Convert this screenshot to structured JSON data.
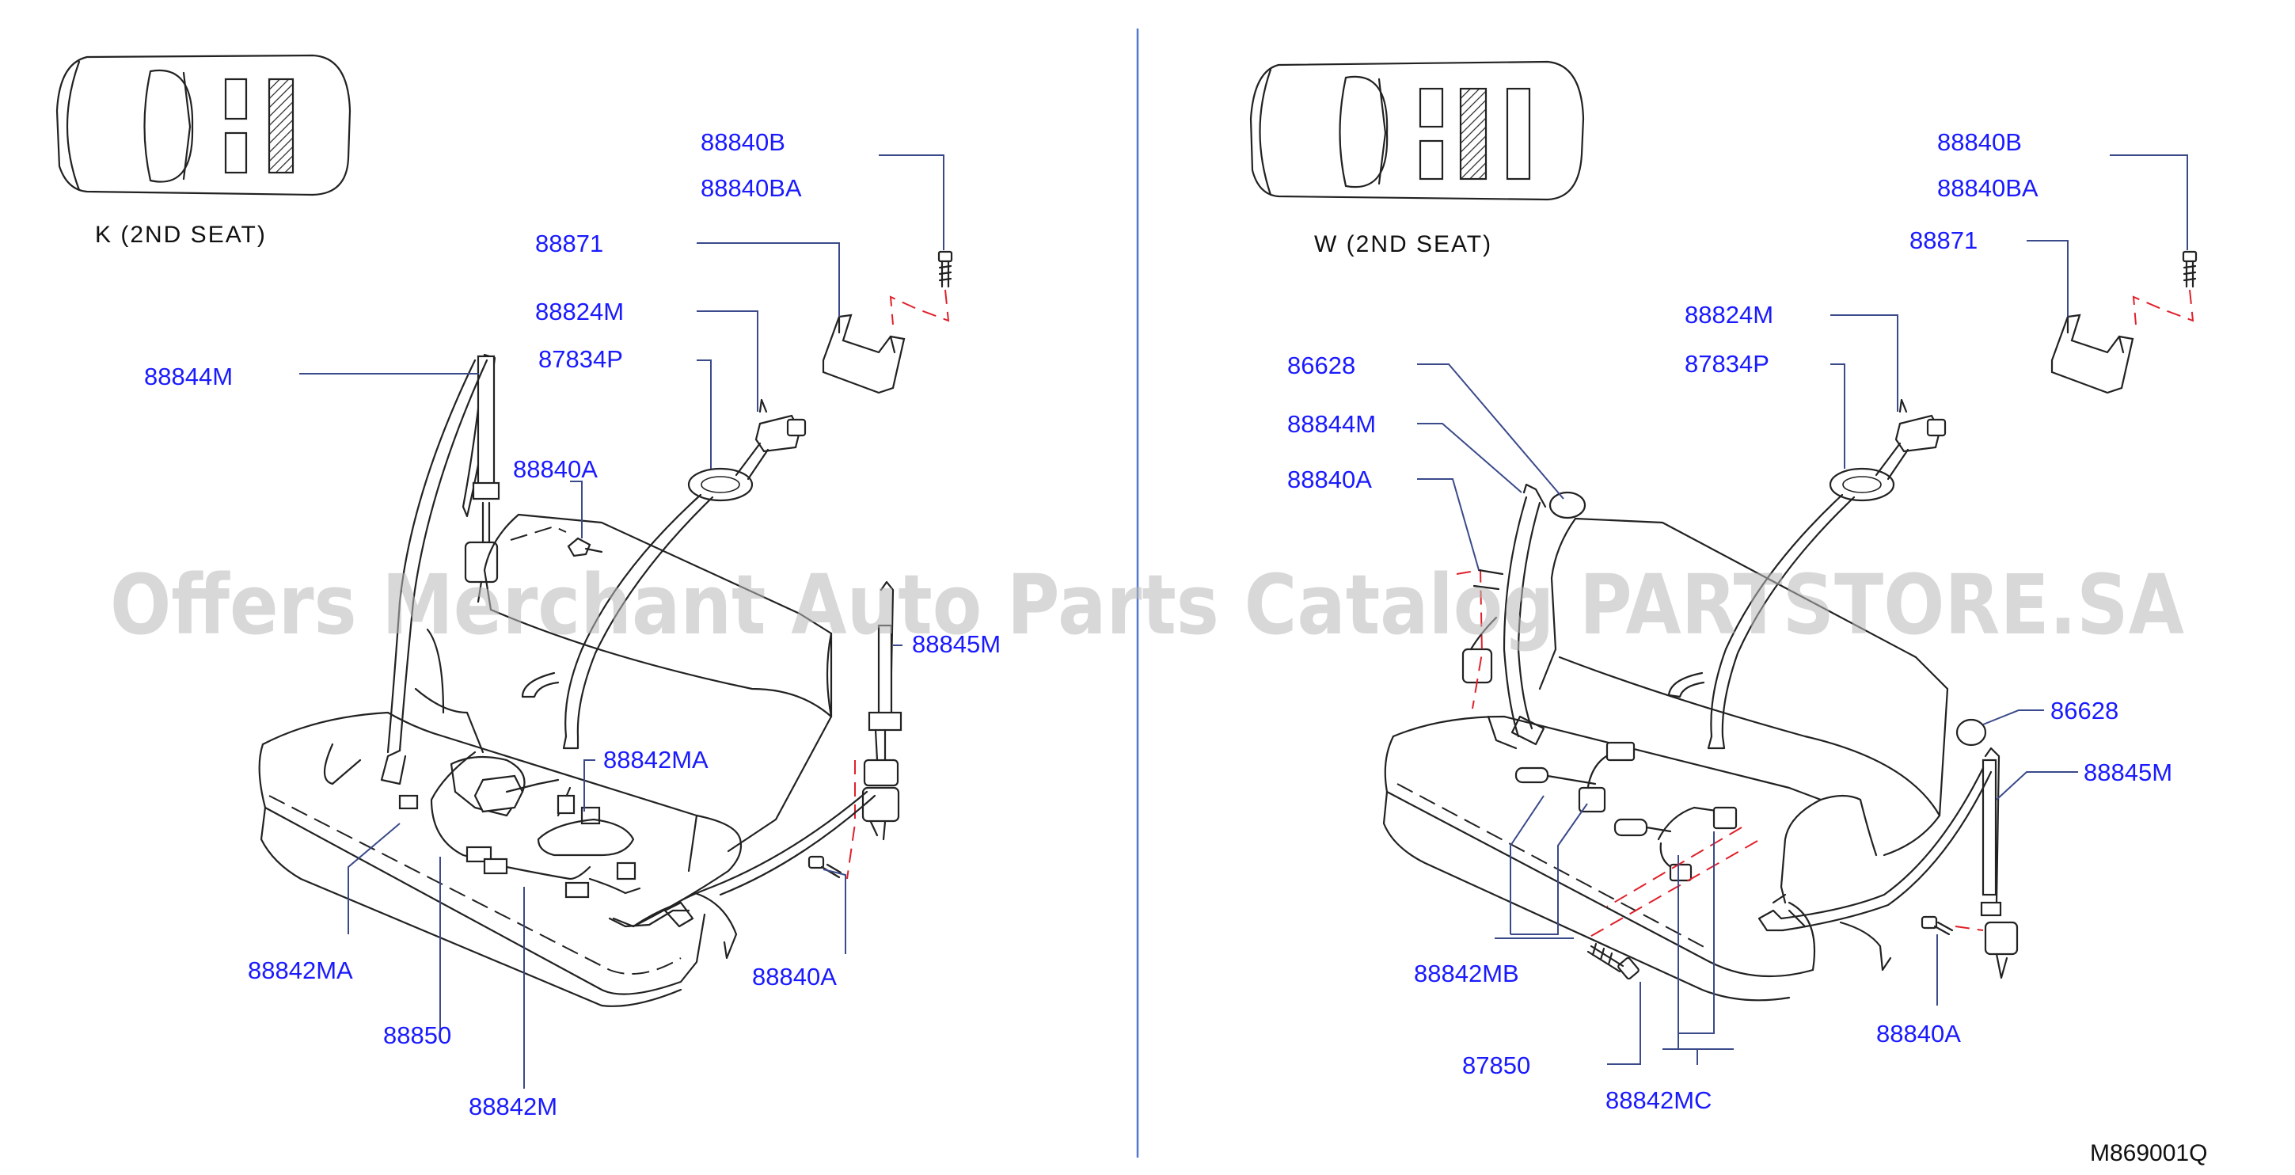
{
  "left_panel": {
    "caption": "K  (2ND   SEAT)",
    "labels": {
      "p88840B": "88840B",
      "p88840BA": "88840BA",
      "p88871": "88871",
      "p88824M": "88824M",
      "p87834P": "87834P",
      "p88844M": "88844M",
      "p88840A_top": "88840A",
      "p88845M": "88845M",
      "p88842MA_right": "88842MA",
      "p88842MA_bottom": "88842MA",
      "p88850": "88850",
      "p88842M": "88842M",
      "p88840A_bottom": "88840A"
    }
  },
  "right_panel": {
    "caption": "W   (2ND   SEAT)",
    "labels": {
      "p88840B": "88840B",
      "p88840BA": "88840BA",
      "p88871": "88871",
      "p88824M": "88824M",
      "p87834P": "87834P",
      "p86628_top": "86628",
      "p88844M": "88844M",
      "p88840A_left": "88840A",
      "p86628_right": "86628",
      "p88845M": "88845M",
      "p88842MB": "88842MB",
      "p87850": "87850",
      "p88842MC": "88842MC",
      "p88840A_bottom": "88840A"
    }
  },
  "figure_code": "M869001Q",
  "watermark": "Offers Merchant Auto Parts Catalog PARTSTORE.SA",
  "colors": {
    "part_number": "#1a1aff",
    "leader_line": "#3a4a8a",
    "divider": "#5577cc",
    "dashed_guide": "#e0202a",
    "watermark": "#b9b9b9"
  }
}
